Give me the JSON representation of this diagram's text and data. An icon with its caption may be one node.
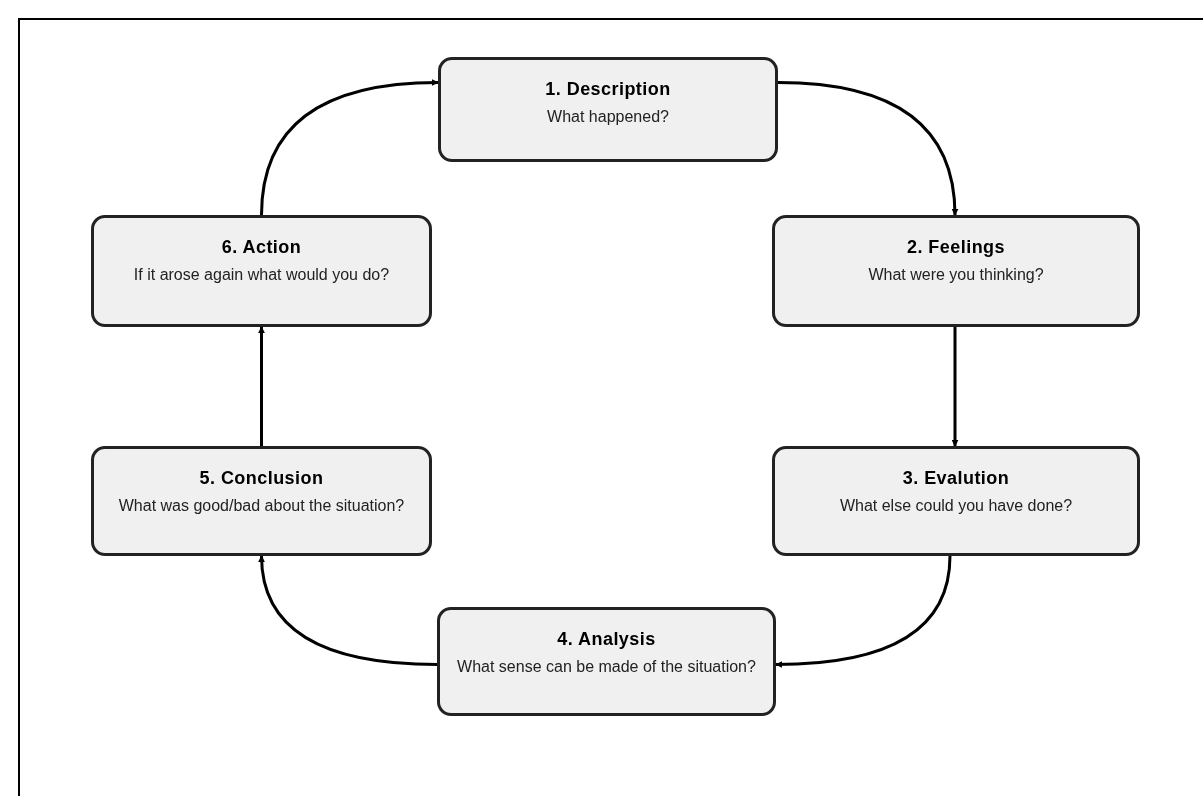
{
  "diagram": {
    "nodes": [
      {
        "text": [
          "1. Description",
          "What happened?"
        ]
      },
      {
        "text": [
          "2. Feelings",
          "What were you thinking?"
        ]
      },
      {
        "text": [
          "3. Evalution",
          "What else could you have done?"
        ]
      },
      {
        "text": [
          "4. Analysis",
          "What sense can be made of the situation?"
        ]
      },
      {
        "text": [
          "5. Conclusion",
          "What was good/bad about the situation?"
        ]
      },
      {
        "text": [
          "6. Action",
          "If it arose again what would you do?"
        ]
      }
    ],
    "edges": [
      {
        "from": 0,
        "to": 1,
        "arrow": "to"
      },
      {
        "from": 1,
        "to": 2,
        "arrow": "to"
      },
      {
        "from": 2,
        "to": 3,
        "arrow": "to"
      },
      {
        "from": 3,
        "to": 4,
        "arrow": "to"
      },
      {
        "from": 4,
        "to": 5,
        "arrow": "to"
      },
      {
        "from": 5,
        "to": 0,
        "arrow": "to"
      }
    ]
  }
}
